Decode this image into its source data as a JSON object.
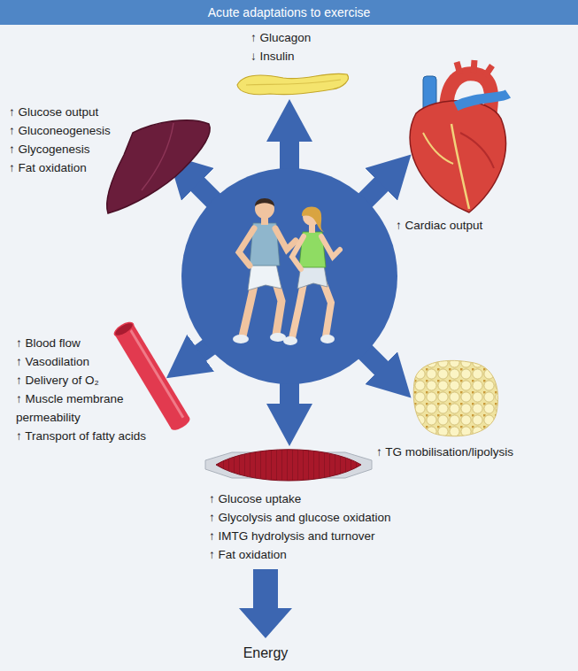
{
  "diagram": {
    "title": "Acute adaptations to exercise",
    "nodes": [
      {
        "text": [
          "↑ Glucagon",
          "↓ Insulin"
        ]
      },
      {
        "text": [
          "↑ Glucose output",
          "↑ Gluconeogenesis",
          "↑ Glycogenesis",
          "↑ Fat oxidation"
        ]
      },
      {
        "text": [
          "↑ Cardiac output"
        ]
      },
      {
        "text": [
          "↑ Blood flow",
          "↑ Vasodilation",
          "↑ Delivery of O₂",
          "↑ Muscle membrane permeability",
          "↑ Transport of fatty acids"
        ]
      },
      {
        "text": [
          "↑ TG mobilisation/lipolysis"
        ]
      },
      {
        "text": [
          "↑ Glucose uptake",
          "↑ Glycolysis and glucose oxidation",
          "↑ IMTG hydrolysis and turnover",
          "↑ Fat oxidation"
        ]
      },
      {
        "text": [
          "Energy"
        ]
      }
    ],
    "edges": [
      {
        "from": 5,
        "to": 6,
        "arrow": "to"
      }
    ]
  }
}
